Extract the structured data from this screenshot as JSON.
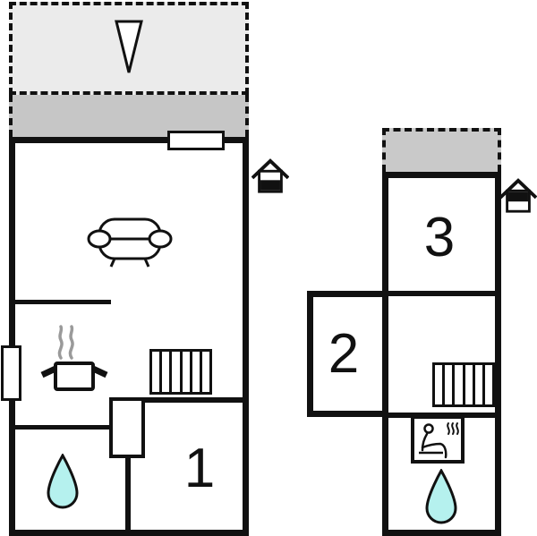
{
  "floorplan": {
    "buildings": [
      {
        "name": "main building (ground floor)",
        "rooms": [
          {
            "label": "1"
          }
        ],
        "floor_icon": "house-ground-floor-indicator",
        "features": [
          "dashed-terrace",
          "north-arrow",
          "top-window",
          "left-window",
          "sofa",
          "cooking-pot",
          "stairs",
          "door",
          "water-drop"
        ]
      },
      {
        "name": "secondary building (upper floor)",
        "rooms": [
          {
            "label": "2"
          },
          {
            "label": "3"
          }
        ],
        "floor_icon": "house-upper-floor-indicator",
        "features": [
          "dashed-terrace",
          "stairs",
          "sauna",
          "water-drop"
        ]
      }
    ],
    "colors": {
      "wall": "#111111",
      "terrace_light": "#ebebeb",
      "terrace_dark": "#c6c6c6",
      "water_drop": "#b5f1ee",
      "steam": "#9a9a9a"
    }
  }
}
